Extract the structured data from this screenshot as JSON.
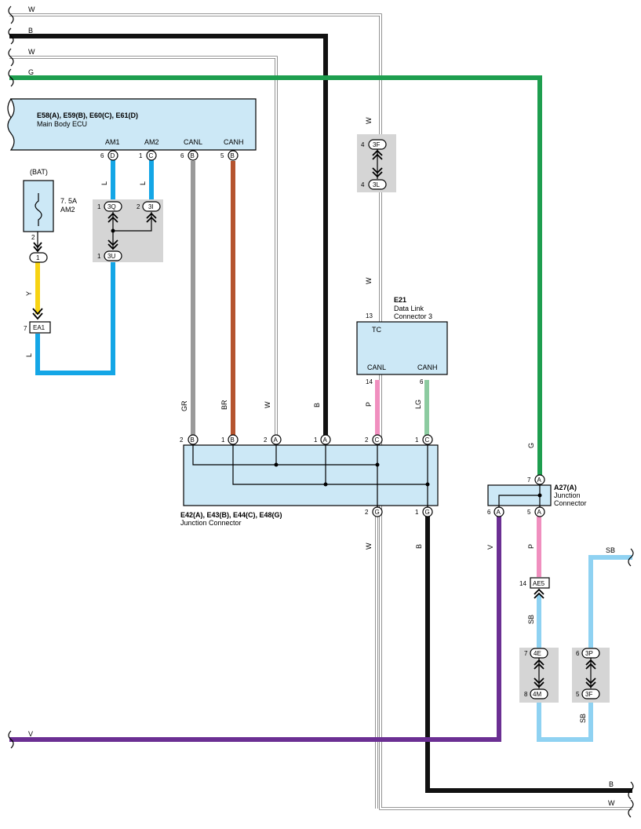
{
  "colors": {
    "W": "#b4b4b4",
    "B": "#111111",
    "G": "#1e9e4f",
    "L": "#14a6e6",
    "Y": "#f7d313",
    "GR": "#9a9a9a",
    "BR": "#b5542f",
    "P": "#f08fbf",
    "LG": "#8ccba0",
    "V": "#6b2f93",
    "SB": "#8fd2f2",
    "box_fill": "#cce8f6",
    "block_fill": "#d5d5d5"
  },
  "wire_labels": {
    "w_top": "W",
    "b_top": "B",
    "w_top2": "W",
    "g_top": "G",
    "l_am1": "L",
    "l_am2": "L",
    "y_fuse": "Y",
    "l_ea1": "L",
    "gr": "GR",
    "br": "BR",
    "w_mid": "W",
    "b_mid": "B",
    "p_mid": "P",
    "lg_mid": "LG",
    "w_3f": "W",
    "w_e21": "W",
    "g_right": "G",
    "w_low": "W",
    "b_low": "B",
    "v_low": "V",
    "p_low": "P",
    "sb_low": "SB",
    "sb_low2": "SB",
    "sb_right": "SB",
    "v_bottom": "V",
    "b_bottom": "B",
    "w_bottom": "W"
  },
  "ecu": {
    "title": "E58(A), E59(B), E60(C), E61(D)",
    "name": "Main Body ECU",
    "terminals": [
      {
        "name": "AM1",
        "pin": "6",
        "conn": "D"
      },
      {
        "name": "AM2",
        "pin": "1",
        "conn": "C"
      },
      {
        "name": "CANL",
        "pin": "6",
        "conn": "B"
      },
      {
        "name": "CANH",
        "pin": "5",
        "conn": "B"
      }
    ]
  },
  "fuse": {
    "source": "(BAT)",
    "rating": "7. 5A",
    "name": "AM2",
    "pin": "2",
    "conn": "1"
  },
  "ea1": {
    "pin": "7",
    "name": "EA1"
  },
  "block_left": {
    "p1": "1",
    "c1": "3Q",
    "p2": "2",
    "c2": "3I",
    "p3": "1",
    "c3": "3U"
  },
  "block_3f": {
    "p1": "4",
    "c1": "3F",
    "p2": "4",
    "c2": "3L"
  },
  "e21": {
    "title": "E21",
    "name1": "Data Link",
    "name2": "Connector 3",
    "tc_pin": "13",
    "tc": "TC",
    "canl": "CANL",
    "canh": "CANH",
    "canl_pin": "14",
    "canh_pin": "6"
  },
  "jc": {
    "title": "E42(A), E43(B), E44(C), E48(G)",
    "name": "Junction Connector",
    "top_pins": [
      {
        "pin": "2",
        "conn": "B"
      },
      {
        "pin": "1",
        "conn": "B"
      },
      {
        "pin": "2",
        "conn": "A"
      },
      {
        "pin": "1",
        "conn": "A"
      },
      {
        "pin": "2",
        "conn": "C"
      },
      {
        "pin": "1",
        "conn": "C"
      }
    ],
    "bottom_pins": [
      {
        "pin": "2",
        "conn": "G"
      },
      {
        "pin": "1",
        "conn": "G"
      }
    ]
  },
  "a27": {
    "title": "A27(A)",
    "name1": "Junction",
    "name2": "Connector",
    "top_pin": "7",
    "top_conn": "A",
    "bl_pin": "6",
    "bl_conn": "A",
    "br_pin": "5",
    "br_conn": "A"
  },
  "ae5": {
    "pin": "14",
    "name": "AE5"
  },
  "block_4e": {
    "p1": "7",
    "c1": "4E",
    "p2": "8",
    "c2": "4M"
  },
  "block_3p": {
    "p1": "6",
    "c1": "3P",
    "p2": "5",
    "c2": "3F"
  }
}
